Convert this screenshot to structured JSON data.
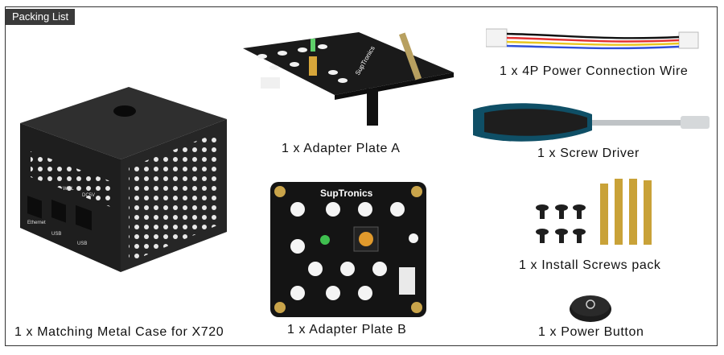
{
  "section": {
    "title": "Packing List"
  },
  "pcb_brand": "SupTronics",
  "case_labels": {
    "wol": "WOL",
    "dc": "DC5V",
    "eth": "Ethernet",
    "usb1": "USB",
    "usb2": "USB"
  },
  "items": [
    {
      "label": "1 x Matching Metal Case for X720"
    },
    {
      "label": "1 x Adapter Plate A"
    },
    {
      "label": "1 x Adapter Plate B"
    },
    {
      "label": "1 x 4P Power Connection Wire"
    },
    {
      "label": "1 x Screw Driver"
    },
    {
      "label": "1 x Install Screws pack"
    },
    {
      "label": "1 x Power Button"
    }
  ]
}
